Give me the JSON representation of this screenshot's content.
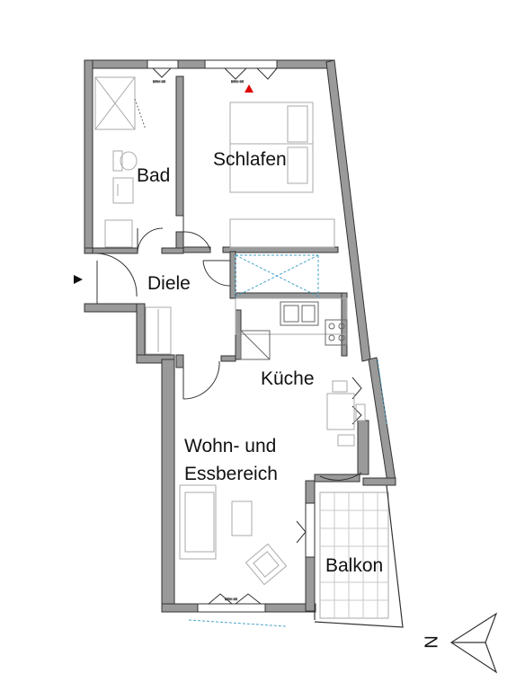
{
  "rooms": {
    "bad": "Bad",
    "schlafen": "Schlafen",
    "diele": "Diele",
    "kueche": "Küche",
    "wohnen_line1": "Wohn- und",
    "wohnen_line2": "Essbereich",
    "balkon": "Balkon"
  },
  "compass": {
    "label": "N"
  },
  "colors": {
    "wall_fill": "#9a9a9a",
    "wall_stroke": "#333333",
    "window_dash": "#4aa3c8",
    "marker_red": "#e00000"
  }
}
